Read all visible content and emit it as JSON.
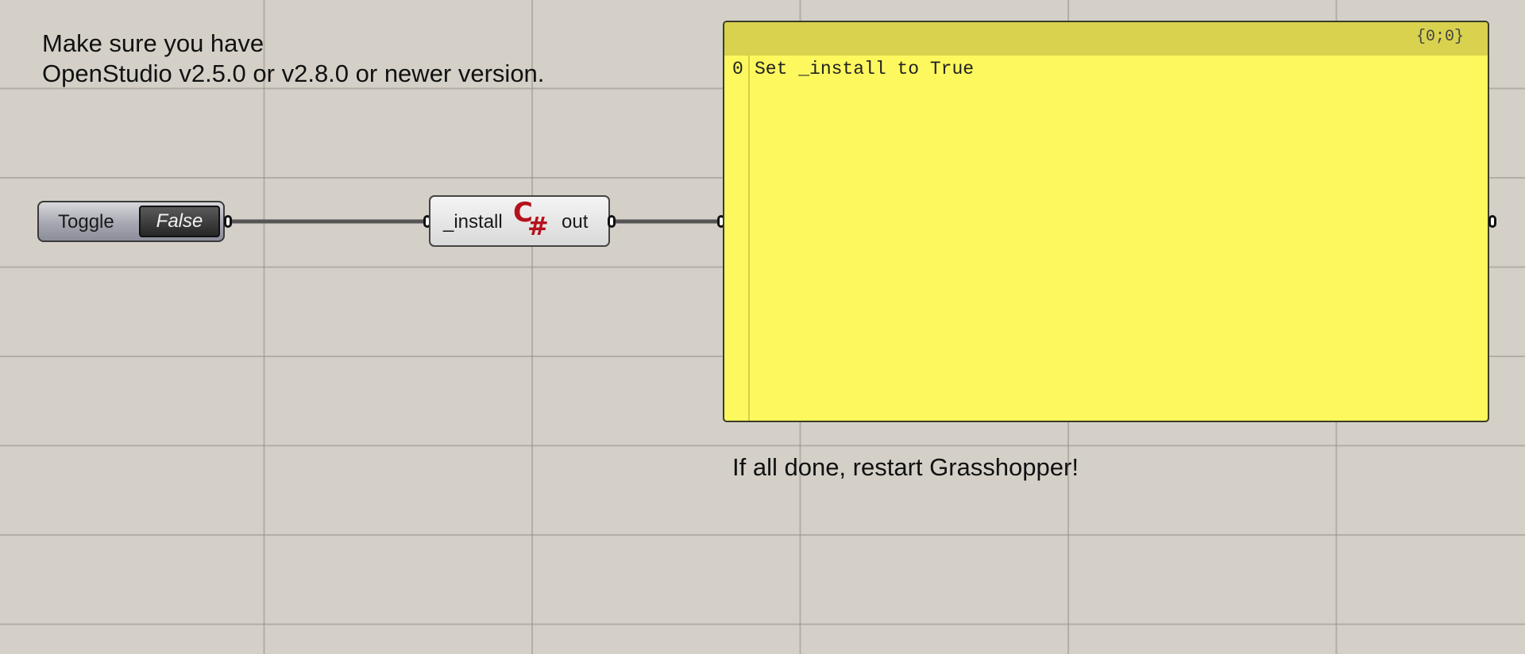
{
  "canvas": {
    "note_top": [
      "Make sure you have",
      "OpenStudio v2.5.0 or v2.8.0 or newer version."
    ],
    "note_bottom": "If all done, restart Grasshopper!"
  },
  "toggle": {
    "label": "Toggle",
    "value": "False"
  },
  "component": {
    "input_label": "_install",
    "output_label": "out",
    "icon": "csharp-icon",
    "icon_c": "C",
    "icon_hash": "#",
    "icon_color": "#b4121c"
  },
  "panel": {
    "path": "{0;0}",
    "index": "0",
    "text": "Set _install to True",
    "background": "#fdf85e",
    "header_color": "#d8d24e"
  }
}
